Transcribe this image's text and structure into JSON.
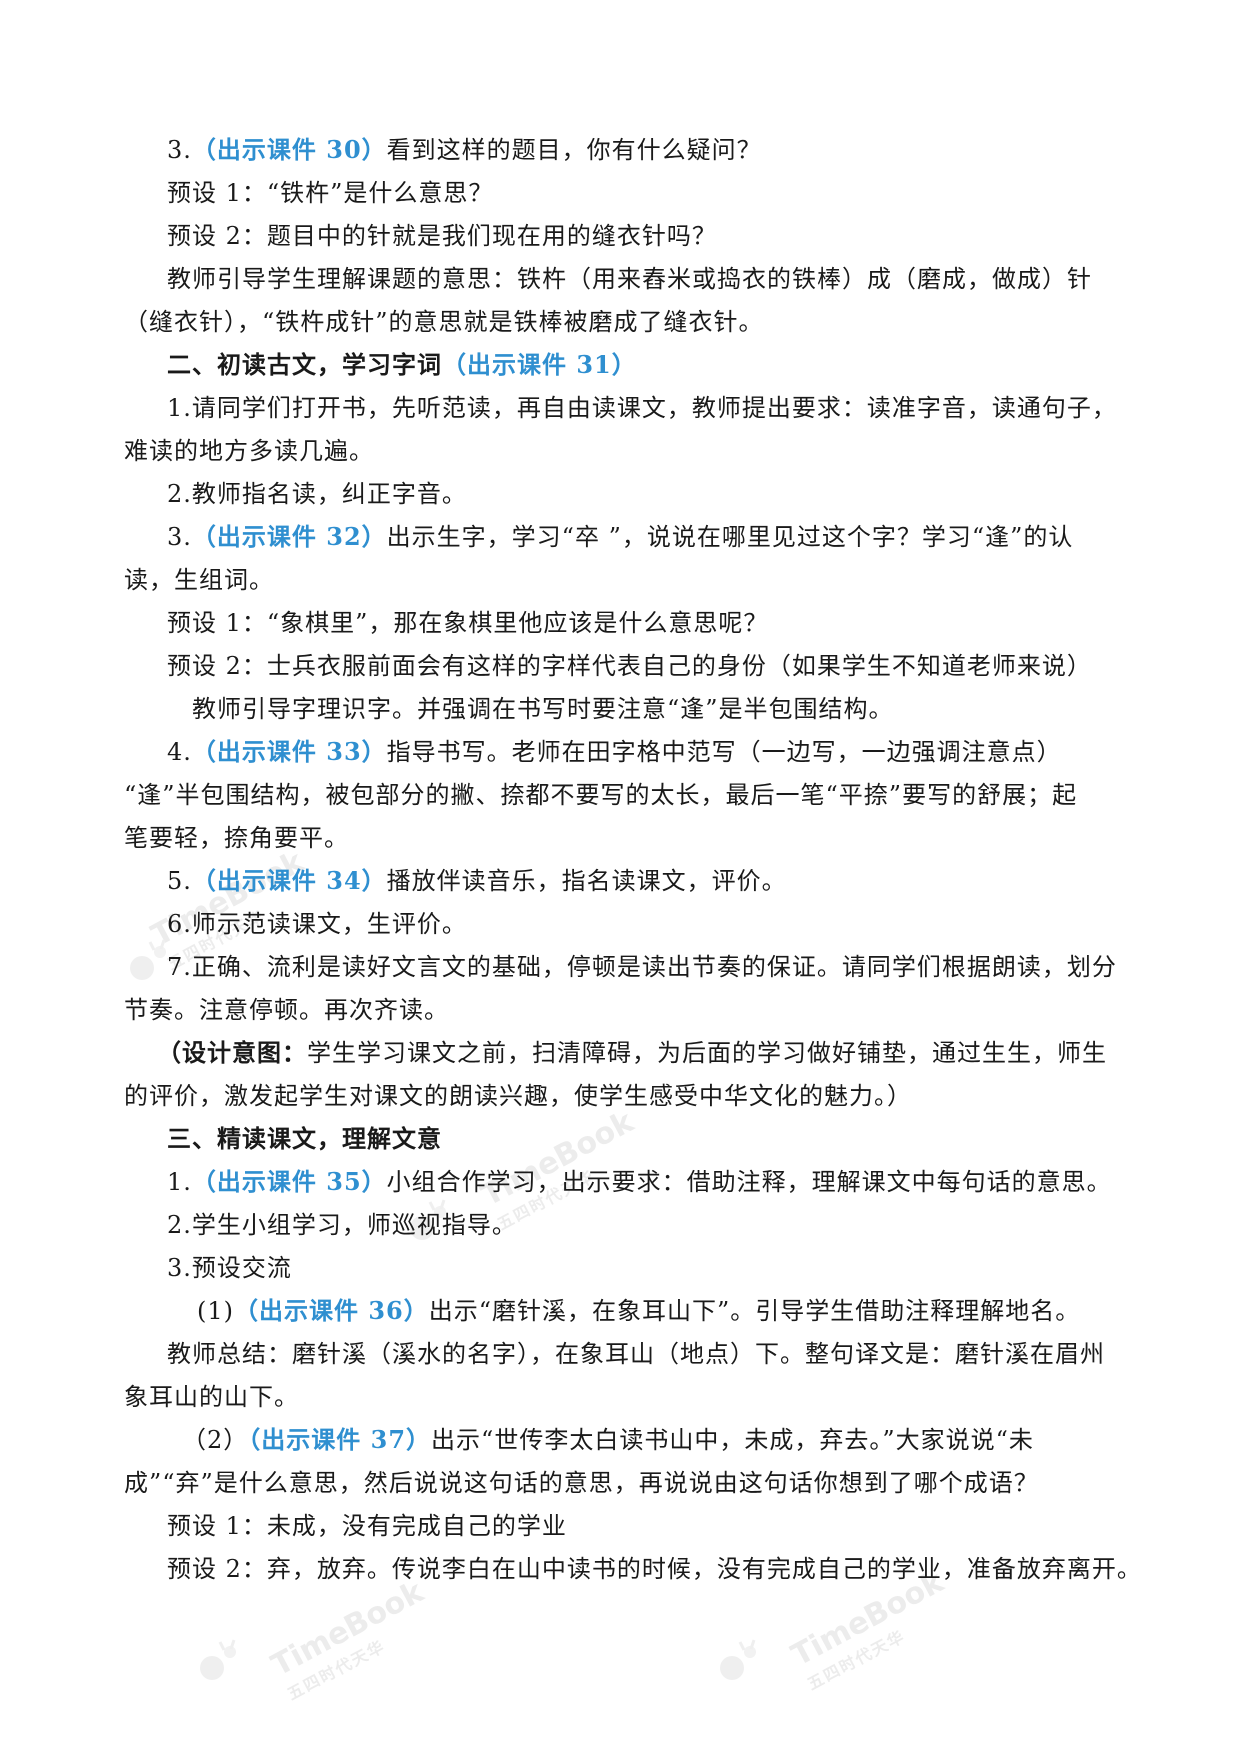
{
  "lines": [
    {
      "parts": [
        {
          "t": "3."
        },
        {
          "t": "（出示课件 30）",
          "c": "hl"
        },
        {
          "t": "看到这样的题目，你有什么疑问？"
        }
      ]
    },
    {
      "parts": [
        {
          "t": "预设 1：“铁杵”是什么意思？"
        }
      ]
    },
    {
      "parts": [
        {
          "t": "预设 2：题目中的针就是我们现在用的缝衣针吗？"
        }
      ]
    },
    {
      "parts": [
        {
          "t": "教师引导学生理解课题的意思：铁杵（用来舂米或捣衣的铁棒）成（磨成，做成）针"
        }
      ]
    },
    {
      "parts": [
        {
          "t": "（缝衣针），“铁杵成针”的意思就是铁棒被磨成了缝衣针。"
        }
      ]
    },
    {
      "parts": [
        {
          "t": "二、初读古文，学习字词",
          "c": "b"
        },
        {
          "t": "（出示课件 31）",
          "c": "hl"
        }
      ]
    },
    {
      "parts": [
        {
          "t": "1.请同学们打开书，先听范读，再自由读课文，教师提出要求：读准字音，读通句子，"
        }
      ]
    },
    {
      "parts": [
        {
          "t": "难读的地方多读几遍。"
        }
      ]
    },
    {
      "parts": [
        {
          "t": "2.教师指名读，纠正字音。"
        }
      ]
    },
    {
      "parts": [
        {
          "t": "3."
        },
        {
          "t": "（出示课件 32）",
          "c": "hl"
        },
        {
          "t": "出示生字，学习“卒 ”，说说在哪里见过这个字？学习“逢”的认"
        }
      ]
    },
    {
      "parts": [
        {
          "t": "读，生组词。"
        }
      ]
    },
    {
      "parts": [
        {
          "t": "预设 1：“象棋里”，那在象棋里他应该是什么意思呢？"
        }
      ]
    },
    {
      "parts": [
        {
          "t": "预设 2：士兵衣服前面会有这样的字样代表自己的身份（如果学生不知道老师来说）"
        }
      ]
    },
    {
      "parts": [
        {
          "t": "教师引导字理识字。并强调在书写时要注意“逢”是半包围结构。"
        }
      ]
    },
    {
      "parts": [
        {
          "t": "4."
        },
        {
          "t": "（出示课件 33）",
          "c": "hl"
        },
        {
          "t": "指导书写。老师在田字格中范写（一边写，一边强调注意点）"
        }
      ]
    },
    {
      "parts": [
        {
          "t": "“逢”半包围结构，被包部分的撇、捺都不要写的太长，最后一笔“平捺”要写的舒展；起"
        }
      ]
    },
    {
      "parts": [
        {
          "t": "笔要轻，捺角要平。"
        }
      ]
    },
    {
      "parts": [
        {
          "t": "5."
        },
        {
          "t": "（出示课件 34）",
          "c": "hl"
        },
        {
          "t": "播放伴读音乐，指名读课文，评价。"
        }
      ]
    },
    {
      "parts": [
        {
          "t": "6.师示范读课文，生评价。"
        }
      ]
    },
    {
      "parts": [
        {
          "t": "7.正确、流利是读好文言文的基础，停顿是读出节奏的保证。请同学们根据朗读，划分"
        }
      ]
    },
    {
      "parts": [
        {
          "t": "节奏。注意停顿。再次齐读。"
        }
      ]
    },
    {
      "parts": [
        {
          "t": "（设计意图：",
          "c": "b"
        },
        {
          "t": "学生学习课文之前，扫清障碍，为后面的学习做好铺垫，通过生生，师生"
        }
      ]
    },
    {
      "parts": [
        {
          "t": "的评价，激发起学生对课文的朗读兴趣，使学生感受中华文化的魅力。）"
        }
      ]
    },
    {
      "parts": [
        {
          "t": "三、精读课文，理解文意",
          "c": "b"
        }
      ]
    },
    {
      "parts": [
        {
          "t": "1."
        },
        {
          "t": "（出示课件 35）",
          "c": "hl"
        },
        {
          "t": "小组合作学习，出示要求：借助注释，理解课文中每句话的意思。"
        }
      ]
    },
    {
      "parts": [
        {
          "t": "2.学生小组学习，师巡视指导。"
        }
      ]
    },
    {
      "parts": [
        {
          "t": "3.预设交流"
        }
      ]
    },
    {
      "parts": [
        {
          "t": "(1)"
        },
        {
          "t": "（出示课件 36）",
          "c": "hl"
        },
        {
          "t": "出示“磨针溪，在象耳山下”。引导学生借助注释理解地名。"
        }
      ]
    },
    {
      "parts": [
        {
          "t": "教师总结：磨针溪（溪水的名字），在象耳山（地点）下。整句译文是：磨针溪在眉州"
        }
      ]
    },
    {
      "parts": [
        {
          "t": "象耳山的山下。"
        }
      ]
    },
    {
      "parts": [
        {
          "t": "（2）"
        },
        {
          "t": "（出示课件 37）",
          "c": "hl"
        },
        {
          "t": "出示“世传李太白读书山中，未成，弃去。”大家说说“未"
        }
      ]
    },
    {
      "parts": [
        {
          "t": "成”“弃”是什么意思，然后说说这句话的意思，再说说由这句话你想到了哪个成语？"
        }
      ]
    },
    {
      "parts": [
        {
          "t": "预设 1：未成，没有完成自己的学业"
        }
      ]
    },
    {
      "parts": [
        {
          "t": "预设 2：弃，放弃。传说李白在山中读书的时候，没有完成自己的学业，准备放弃离开。"
        }
      ]
    }
  ],
  "watermark": {
    "main": "TimeBook",
    "sub": "五四时代天华"
  }
}
